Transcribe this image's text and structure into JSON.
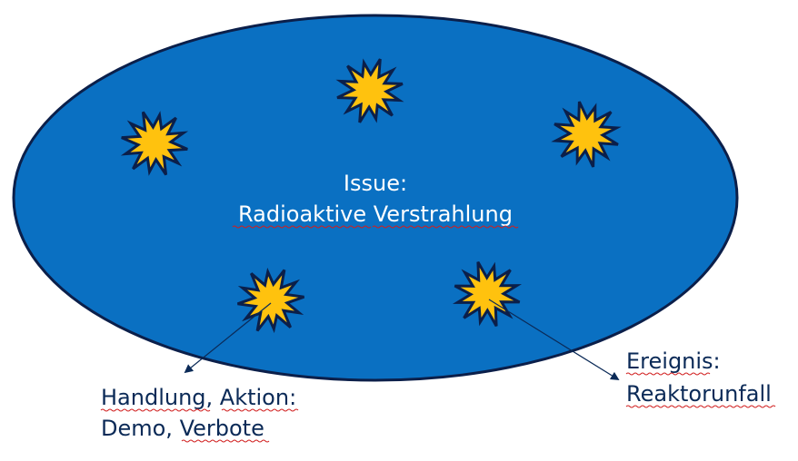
{
  "diagram": {
    "issue": {
      "line1": "Issue:",
      "line2": "Radioaktive Verstrahlung"
    },
    "labels": {
      "action": {
        "line1": "Handlung, Aktion:",
        "line2": "Demo, Verbote"
      },
      "event": {
        "line1": "Ereignis:",
        "line2": "Reaktorunfall"
      }
    },
    "colors": {
      "ellipse_fill": "#0a70c2",
      "ellipse_stroke": "#0b1f4a",
      "star_fill": "#ffc20e",
      "star_stroke": "#0b1f4a",
      "text_dark": "#0b2a57",
      "arrow": "#0b2a57"
    },
    "icons": {
      "star": "explosion-star-icon"
    }
  }
}
